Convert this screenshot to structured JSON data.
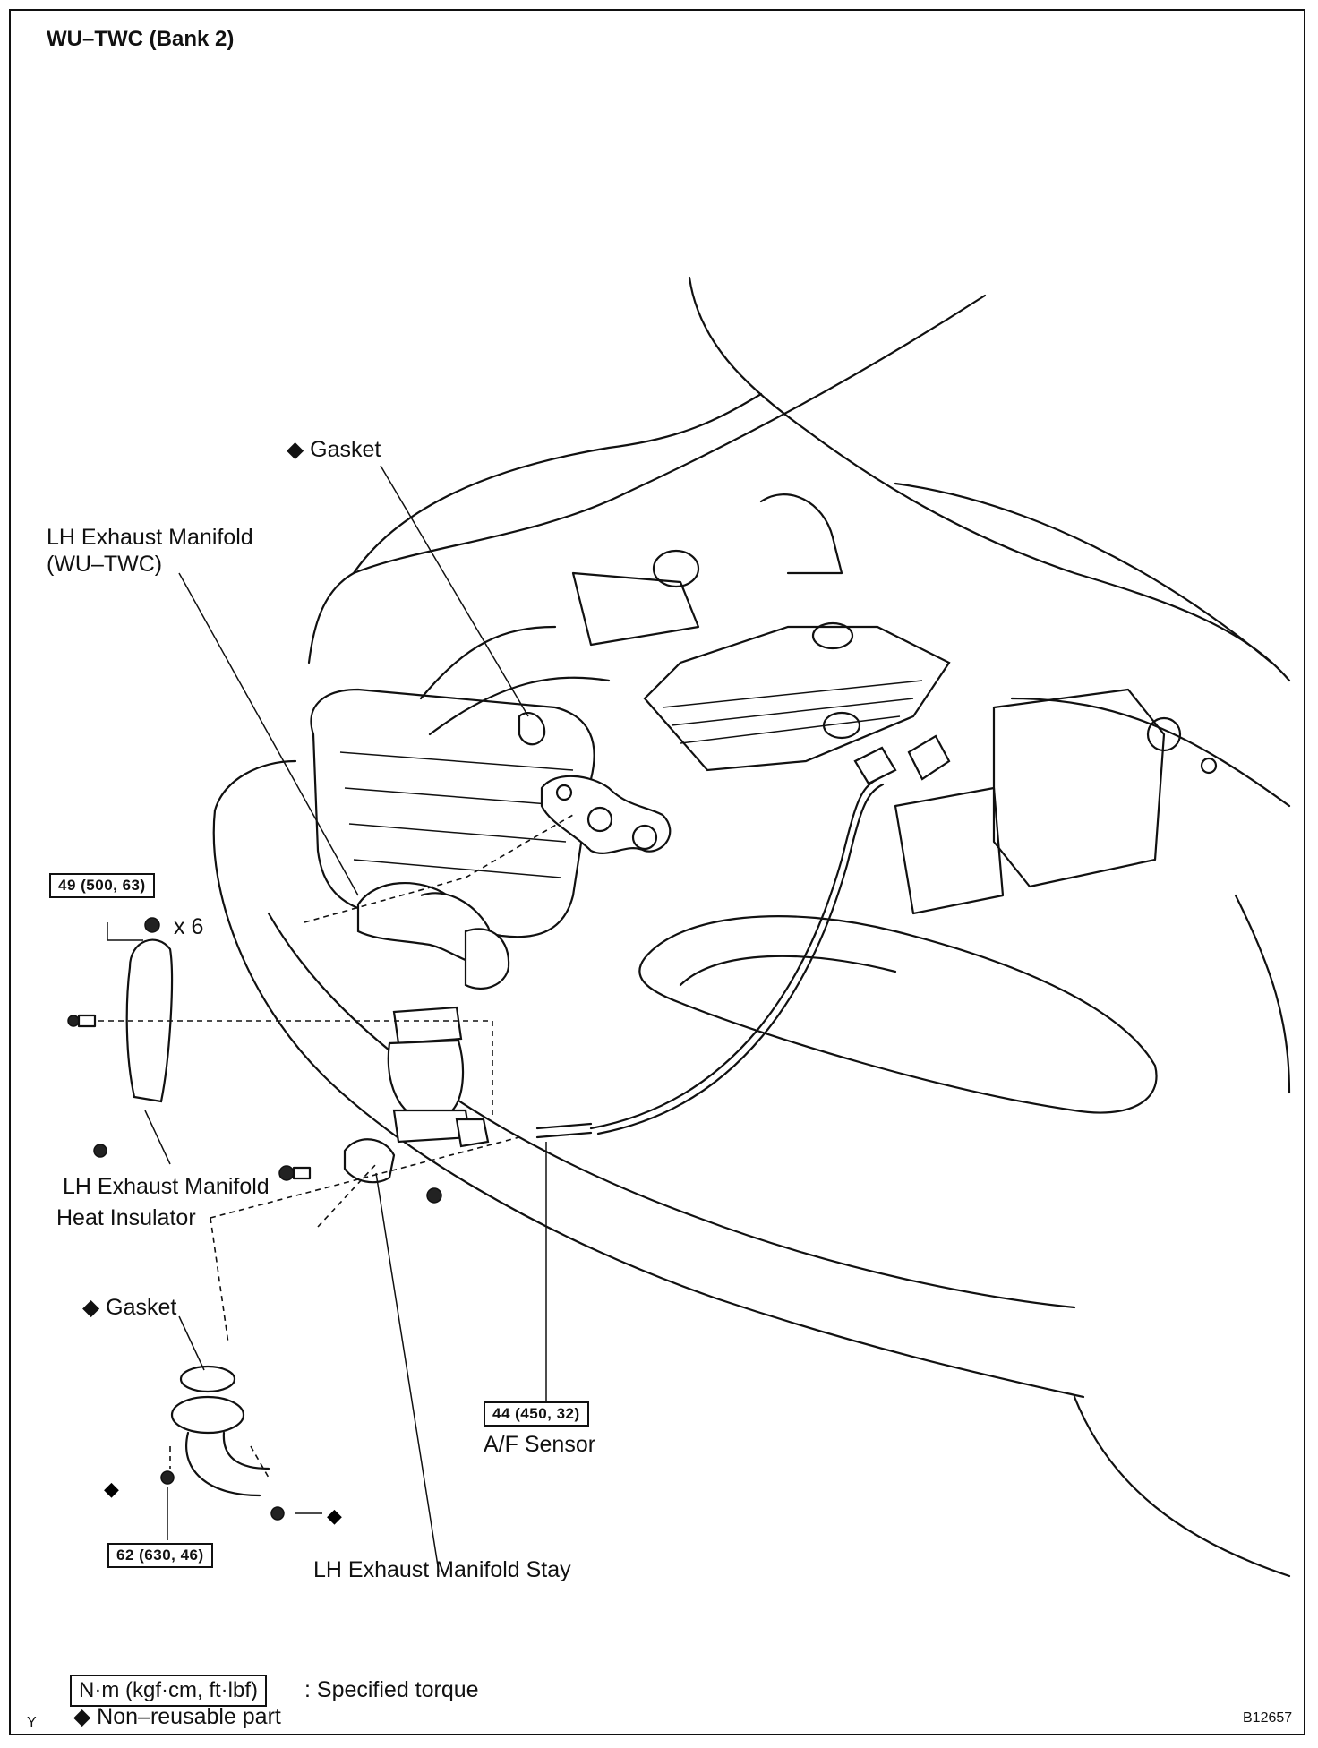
{
  "title": "WU–TWC (Bank 2)",
  "labels": {
    "gasket_top": "◆ Gasket",
    "manifold_line1": "LH Exhaust Manifold",
    "manifold_line2": "(WU–TWC)",
    "nut_count": "x 6",
    "insulator_line1": "LH Exhaust Manifold",
    "insulator_line2": "Heat Insulator",
    "gasket_bottom": "◆ Gasket",
    "af_sensor": "A/F Sensor",
    "stay": "LH Exhaust Manifold Stay",
    "diamond": "◆"
  },
  "torques": {
    "manifold_nuts": "49 (500, 63)",
    "af_sensor": "44 (450, 32)",
    "pipe_nuts": "62 (630, 46)"
  },
  "legend": {
    "torque_unit": "N·m (kgf·cm, ft·lbf)",
    "torque_desc": ": Specified torque",
    "nonreusable": "◆ Non–reusable part"
  },
  "corner_left": "Y",
  "figure_code": "B12657"
}
